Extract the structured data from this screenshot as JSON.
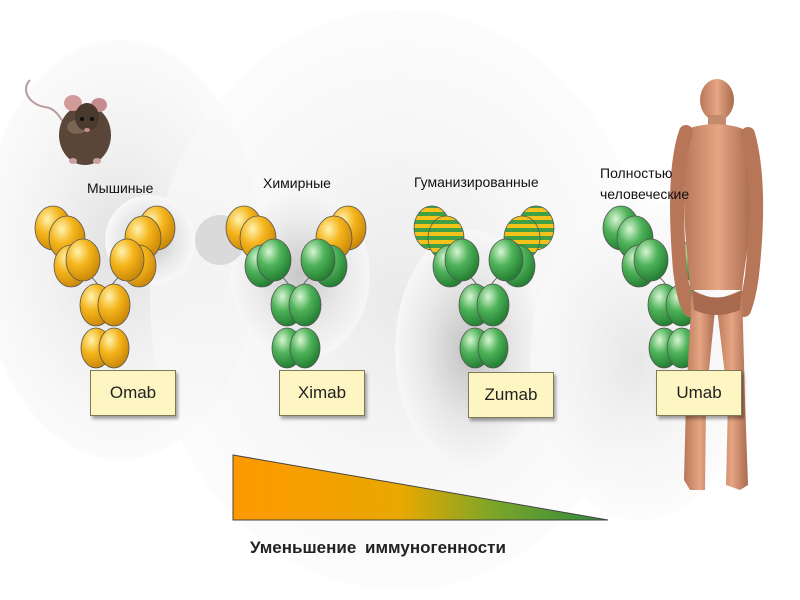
{
  "antibodies": [
    {
      "category": "Мышиные",
      "name": "Omab",
      "type": "murine"
    },
    {
      "category": "Химирные",
      "name": "Ximab",
      "type": "chimeric"
    },
    {
      "category": "Гуманизированные",
      "name": "Zumab",
      "type": "humanized"
    },
    {
      "category_line1": "Полностью",
      "category_line2": "человеческие",
      "name": "Umab",
      "type": "human"
    }
  ],
  "gradient": {
    "caption": "Уменьшение  иммуногенности",
    "colors": {
      "start": "#ff9900",
      "end": "#2e8b3d"
    }
  },
  "colors": {
    "mouse_domain": "#f5b51c",
    "human_domain": "#4fb35a",
    "background_discs": "#ececec",
    "name_box": "#fdf6c3"
  },
  "icons": [
    "mouse-icon",
    "human-figure-icon"
  ]
}
